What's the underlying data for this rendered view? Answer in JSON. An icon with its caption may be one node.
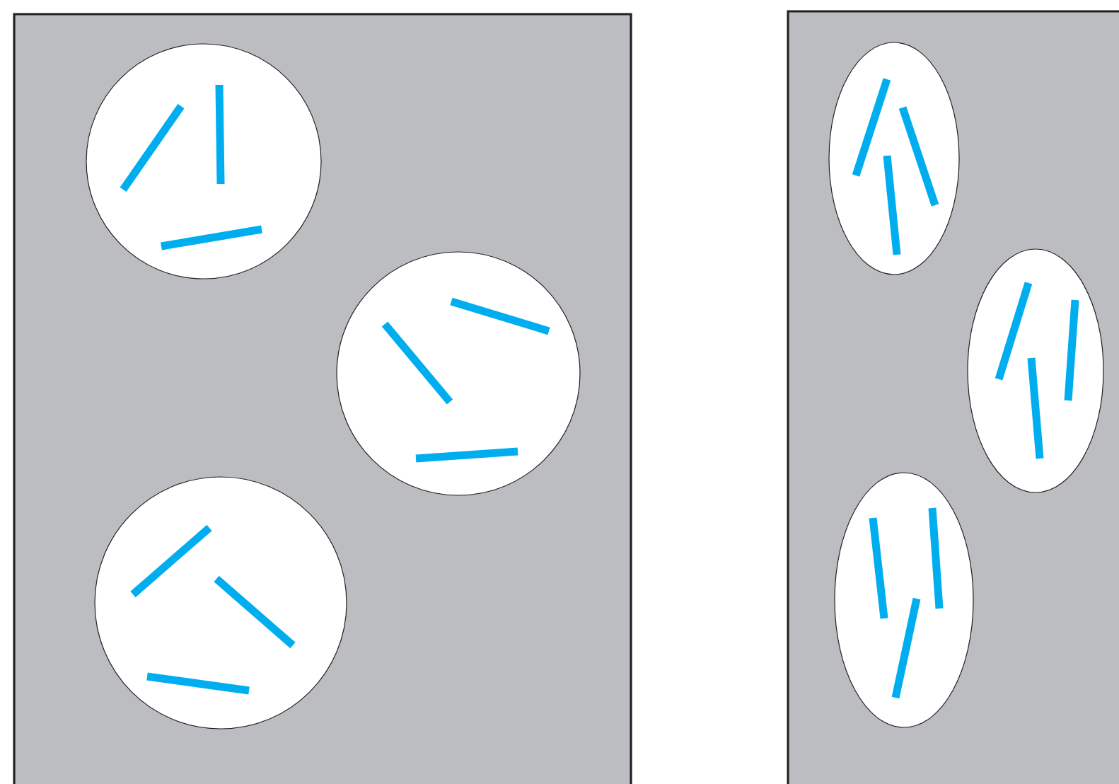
{
  "diagram": {
    "nodes": [
      {
        "text": [],
        "shape": "box"
      },
      {
        "text": [],
        "shape": "box"
      },
      {
        "text": [],
        "shape": "circle",
        "in": 0
      },
      {
        "text": [],
        "shape": "circle",
        "in": 0
      },
      {
        "text": [],
        "shape": "circle",
        "in": 0
      },
      {
        "text": [],
        "shape": "ellipse",
        "in": 1
      },
      {
        "text": [],
        "shape": "ellipse",
        "in": 1
      },
      {
        "text": [],
        "shape": "ellipse",
        "in": 1
      }
    ]
  }
}
